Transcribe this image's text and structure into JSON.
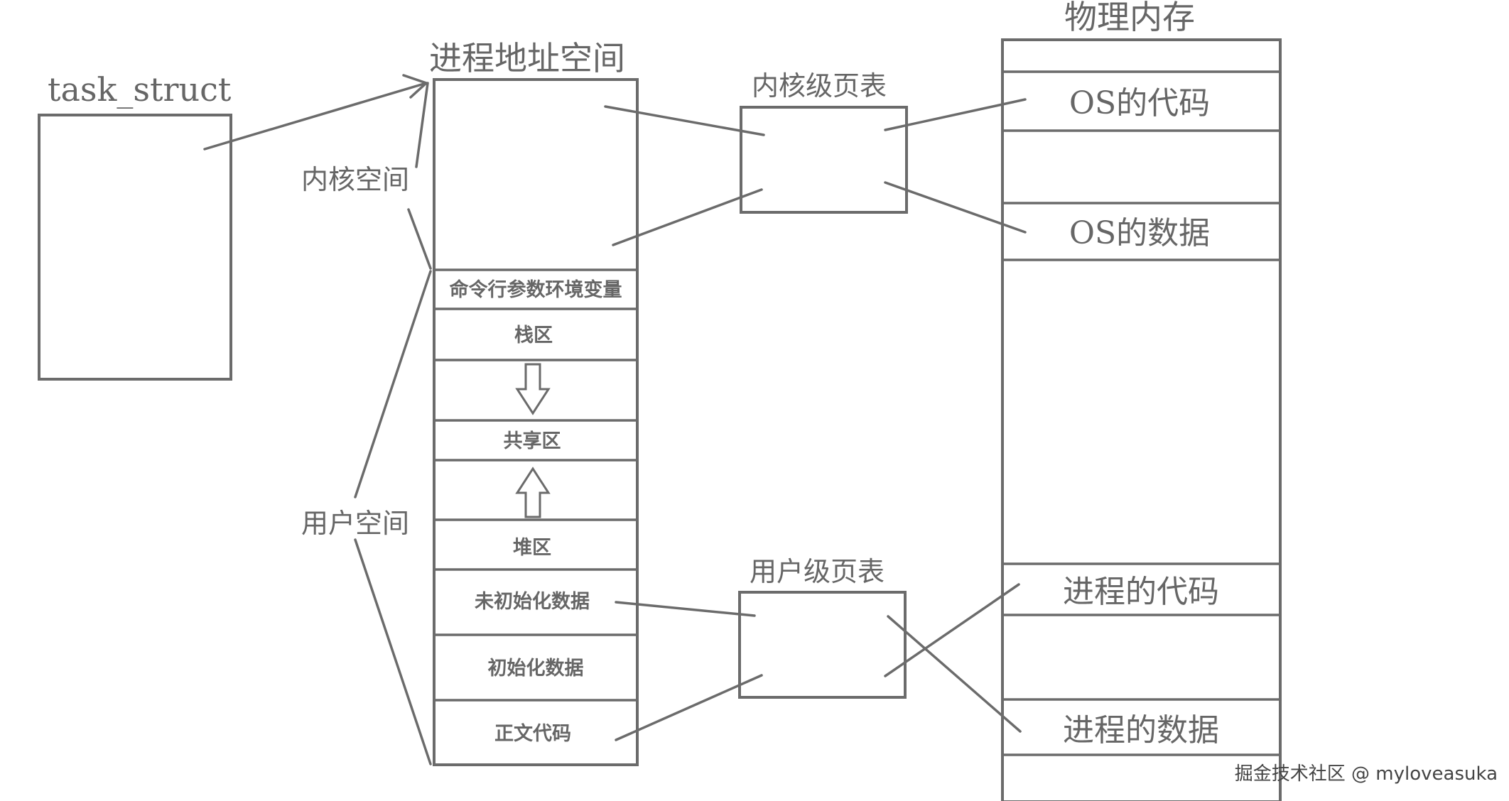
{
  "task_struct": {
    "label": "task_struct"
  },
  "address_space": {
    "title": "进程地址空间",
    "kernel_space_label": "内核空间",
    "user_space_label": "用户空间",
    "segments": {
      "cmdline_env": "命令行参数环境变量",
      "stack": "栈区",
      "shared": "共享区",
      "heap": "堆区",
      "bss": "未初始化数据",
      "data": "初始化数据",
      "text": "正文代码"
    }
  },
  "page_tables": {
    "kernel": "内核级页表",
    "user": "用户级页表"
  },
  "physical_memory": {
    "title": "物理内存",
    "os_code": "OS的代码",
    "os_data": "OS的数据",
    "proc_code": "进程的代码",
    "proc_data": "进程的数据"
  },
  "watermark": "掘金技术社区 @ myloveasuka"
}
